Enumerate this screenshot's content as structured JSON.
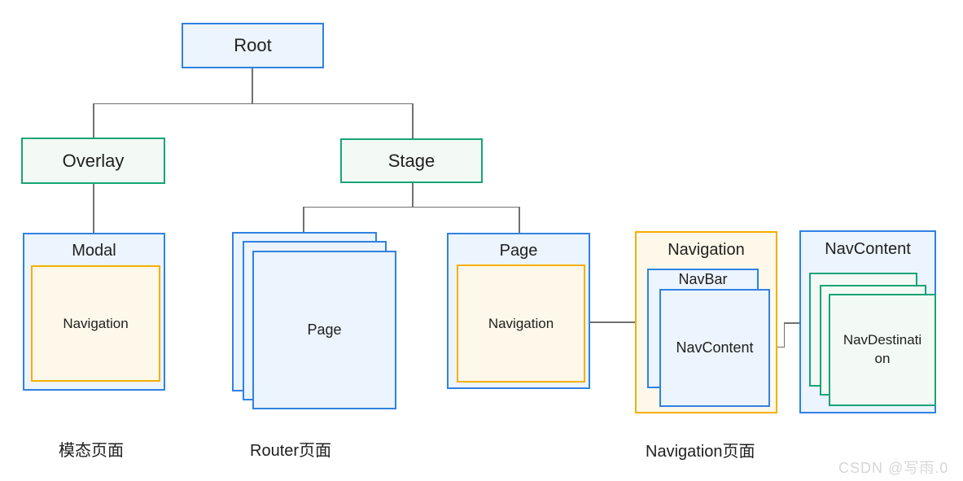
{
  "colors": {
    "blue_border": "#2f82e3",
    "blue_fill": "#ecf4fd",
    "green_border": "#18a375",
    "green_fill": "#f3faf6",
    "yellow_border": "#f5af00",
    "yellow_fill": "#fdf8e9",
    "connector": "#707070",
    "text": "#202020",
    "watermark_color": "#d6d6d6"
  },
  "tree": {
    "root": "Root",
    "overlay": "Overlay",
    "stage": "Stage"
  },
  "modal_group": {
    "title": "Modal",
    "inner": "Navigation",
    "caption": "模态页面"
  },
  "router_group": {
    "page": "Page",
    "caption": "Router页面"
  },
  "page_group": {
    "title": "Page",
    "inner": "Navigation"
  },
  "navigation_group": {
    "title": "Navigation",
    "navbar": "NavBar",
    "navcontent": "NavContent",
    "caption": "Navigation页面"
  },
  "navcontent_group": {
    "title": "NavContent",
    "destination": "NavDestination"
  },
  "watermark": "CSDN @写雨.0"
}
